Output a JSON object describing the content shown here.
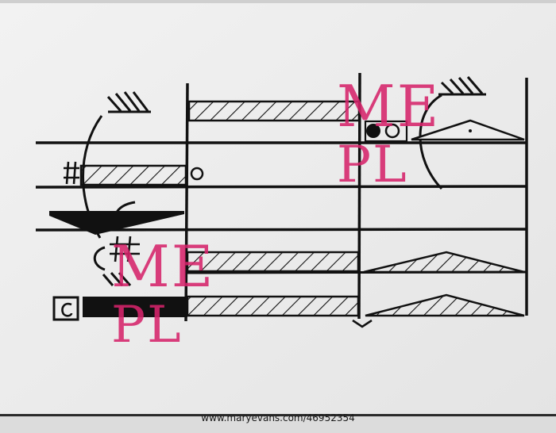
{
  "watermark": {
    "line1": "ME",
    "line2": "PL",
    "color": "#d6246b"
  },
  "caption": {
    "url": "www.maryevans.com/46952354"
  },
  "colors": {
    "paper": "#efefef",
    "ink": "#111111",
    "frame": "#2a2a2a"
  }
}
